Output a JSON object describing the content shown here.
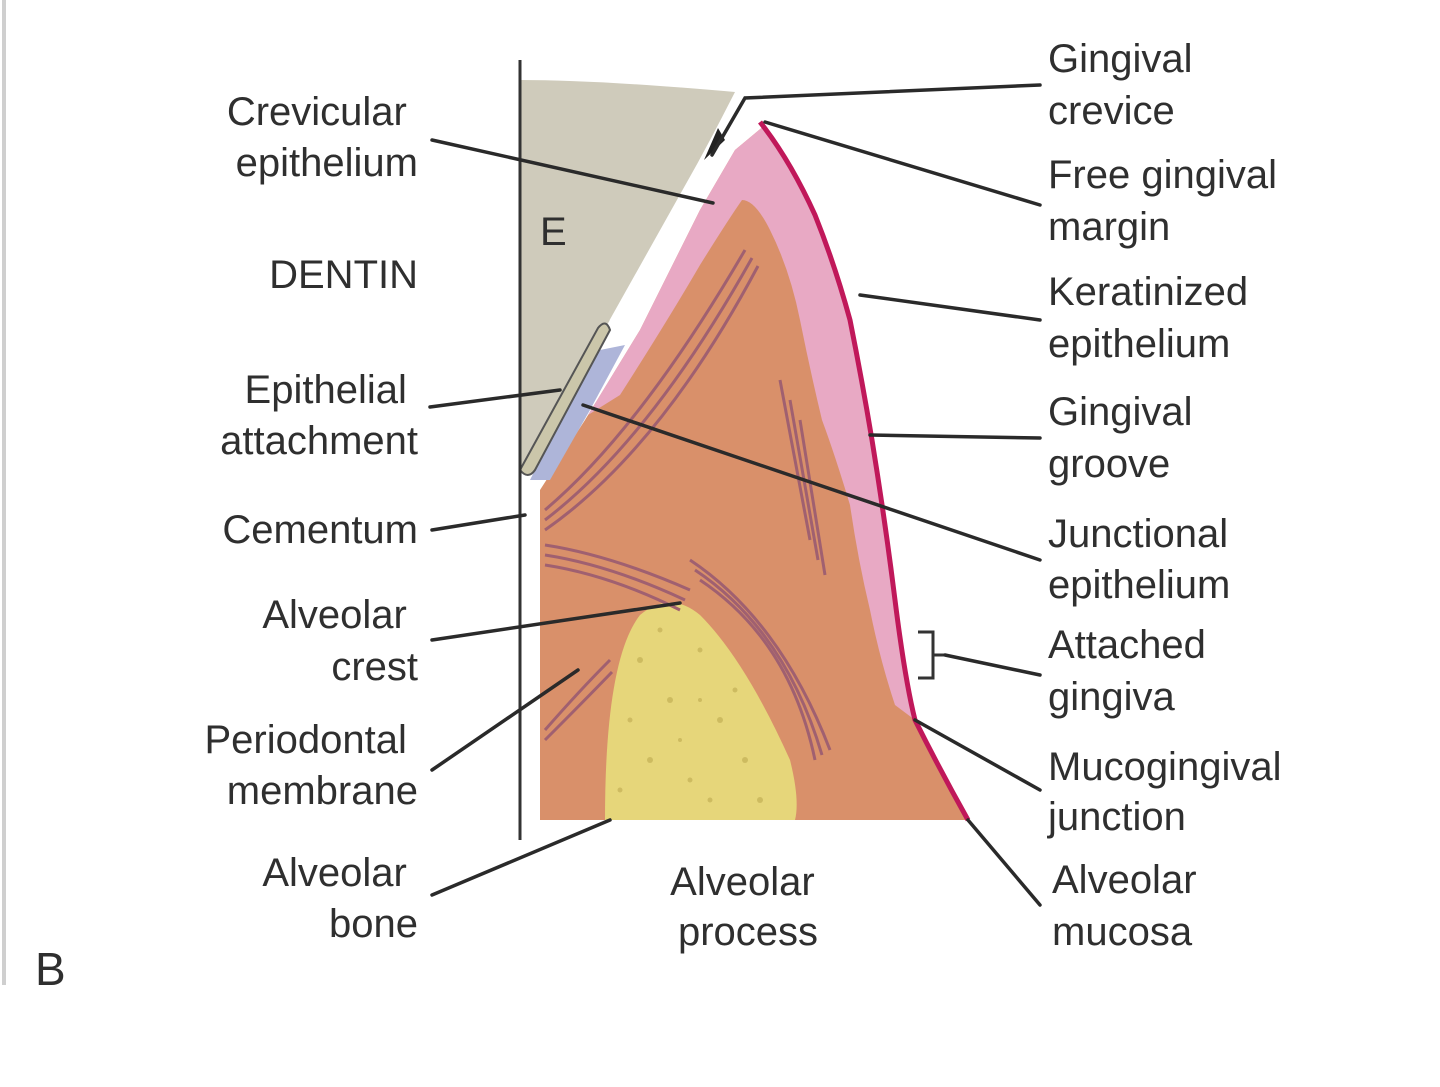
{
  "figure": {
    "panel_letter": "B",
    "region_labels": {
      "dentin": "DENTIN",
      "enamel": "E",
      "alveolar_process": [
        "Alveolar",
        "process"
      ]
    },
    "left_labels": {
      "crevicular_epithelium": [
        "Crevicular",
        "epithelium"
      ],
      "epithelial_attachment": [
        "Epithelial",
        "attachment"
      ],
      "cementum": [
        "Cementum"
      ],
      "alveolar_crest": [
        "Alveolar",
        "crest"
      ],
      "periodontal_membrane": [
        "Periodontal",
        "membrane"
      ],
      "alveolar_bone": [
        "Alveolar",
        "bone"
      ]
    },
    "right_labels": {
      "gingival_crevice": [
        "Gingival",
        "crevice"
      ],
      "free_gingival_margin": [
        "Free gingival",
        "margin"
      ],
      "keratinized_epithelium": [
        "Keratinized",
        "epithelium"
      ],
      "gingival_groove": [
        "Gingival",
        "groove"
      ],
      "junctional_epithelium": [
        "Junctional",
        "epithelium"
      ],
      "attached_gingiva": [
        "Attached",
        "gingiva"
      ],
      "mucogingival_junction": [
        "Mucogingival",
        "junction"
      ],
      "alveolar_mucosa": [
        "Alveolar",
        "mucosa"
      ]
    },
    "colors": {
      "connective_tissue": "#d9906a",
      "epithelium": "#e8a9c4",
      "surface_margin": "#c0185a",
      "enamel": "#cfcbbb",
      "bone": "#e6d67a",
      "fibers": "#a06070",
      "junctional": "#aeb5d9"
    }
  }
}
